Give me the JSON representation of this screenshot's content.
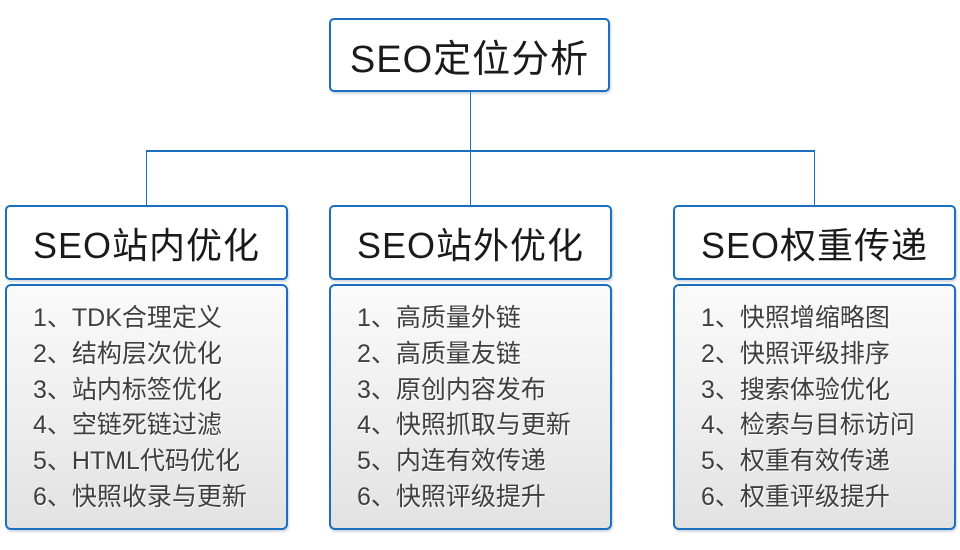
{
  "diagram": {
    "root": {
      "title": "SEO定位分析"
    },
    "columns": [
      {
        "header": "SEO站内优化",
        "items": [
          "1、TDK合理定义",
          "2、结构层次优化",
          "3、站内标签优化",
          "4、空链死链过滤",
          "5、HTML代码优化",
          "6、快照收录与更新"
        ]
      },
      {
        "header": "SEO站外优化",
        "items": [
          "1、高质量外链",
          "2、高质量友链",
          "3、原创内容发布",
          "4、快照抓取与更新",
          "5、内连有效传递",
          "6、快照评级提升"
        ]
      },
      {
        "header": "SEO权重传递",
        "items": [
          "1、快照增缩略图",
          "2、快照评级排序",
          "3、搜索体验优化",
          "4、检索与目标访问",
          "5、权重有效传递",
          "6、权重评级提升"
        ]
      }
    ],
    "colors": {
      "border_blue": "#1b6fc0",
      "connector_blue": "#1b6fc0",
      "header_text": "#1a1a1a",
      "item_text": "#3f3f3f",
      "list_gradient_top": "#fafafa",
      "list_gradient_bottom": "#e2e2e2"
    }
  }
}
